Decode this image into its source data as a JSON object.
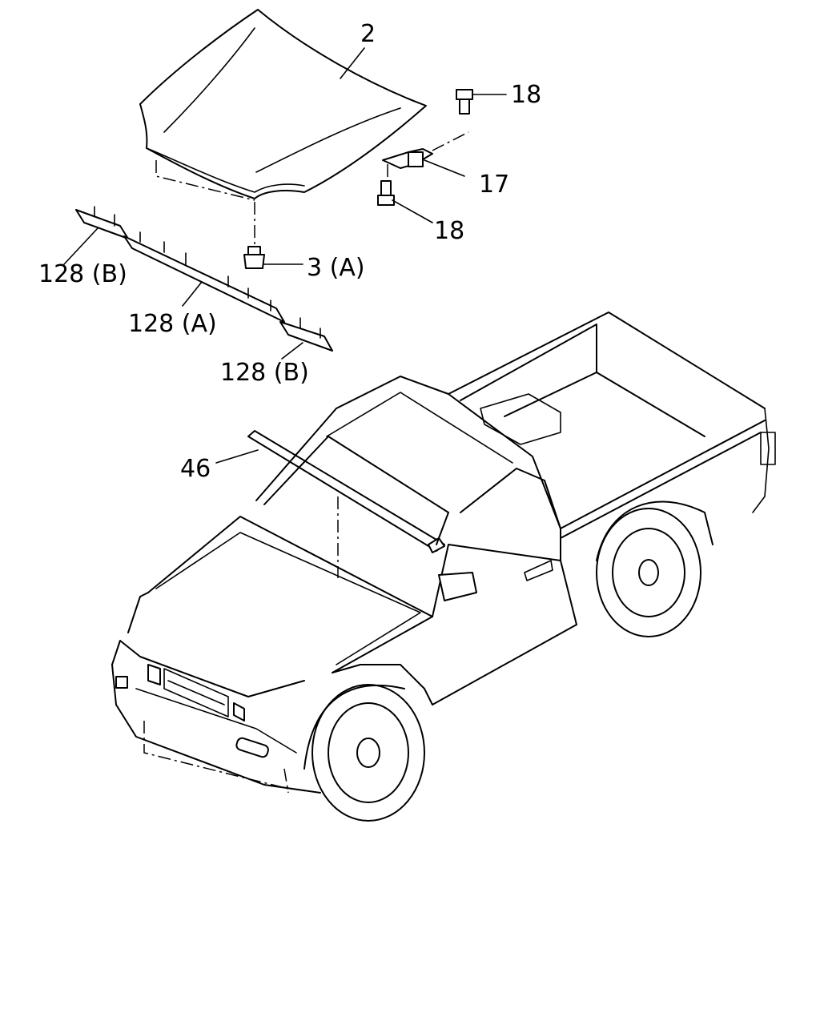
{
  "callouts": {
    "hood": "2",
    "bolt_upper": "18",
    "hinge": "17",
    "bolt_lower": "18",
    "bumper": "3 (A)",
    "weatherstrip_b_left": "128 (B)",
    "weatherstrip_a": "128 (A)",
    "weatherstrip_b_right": "128 (B)",
    "cowl_panel": "46"
  }
}
